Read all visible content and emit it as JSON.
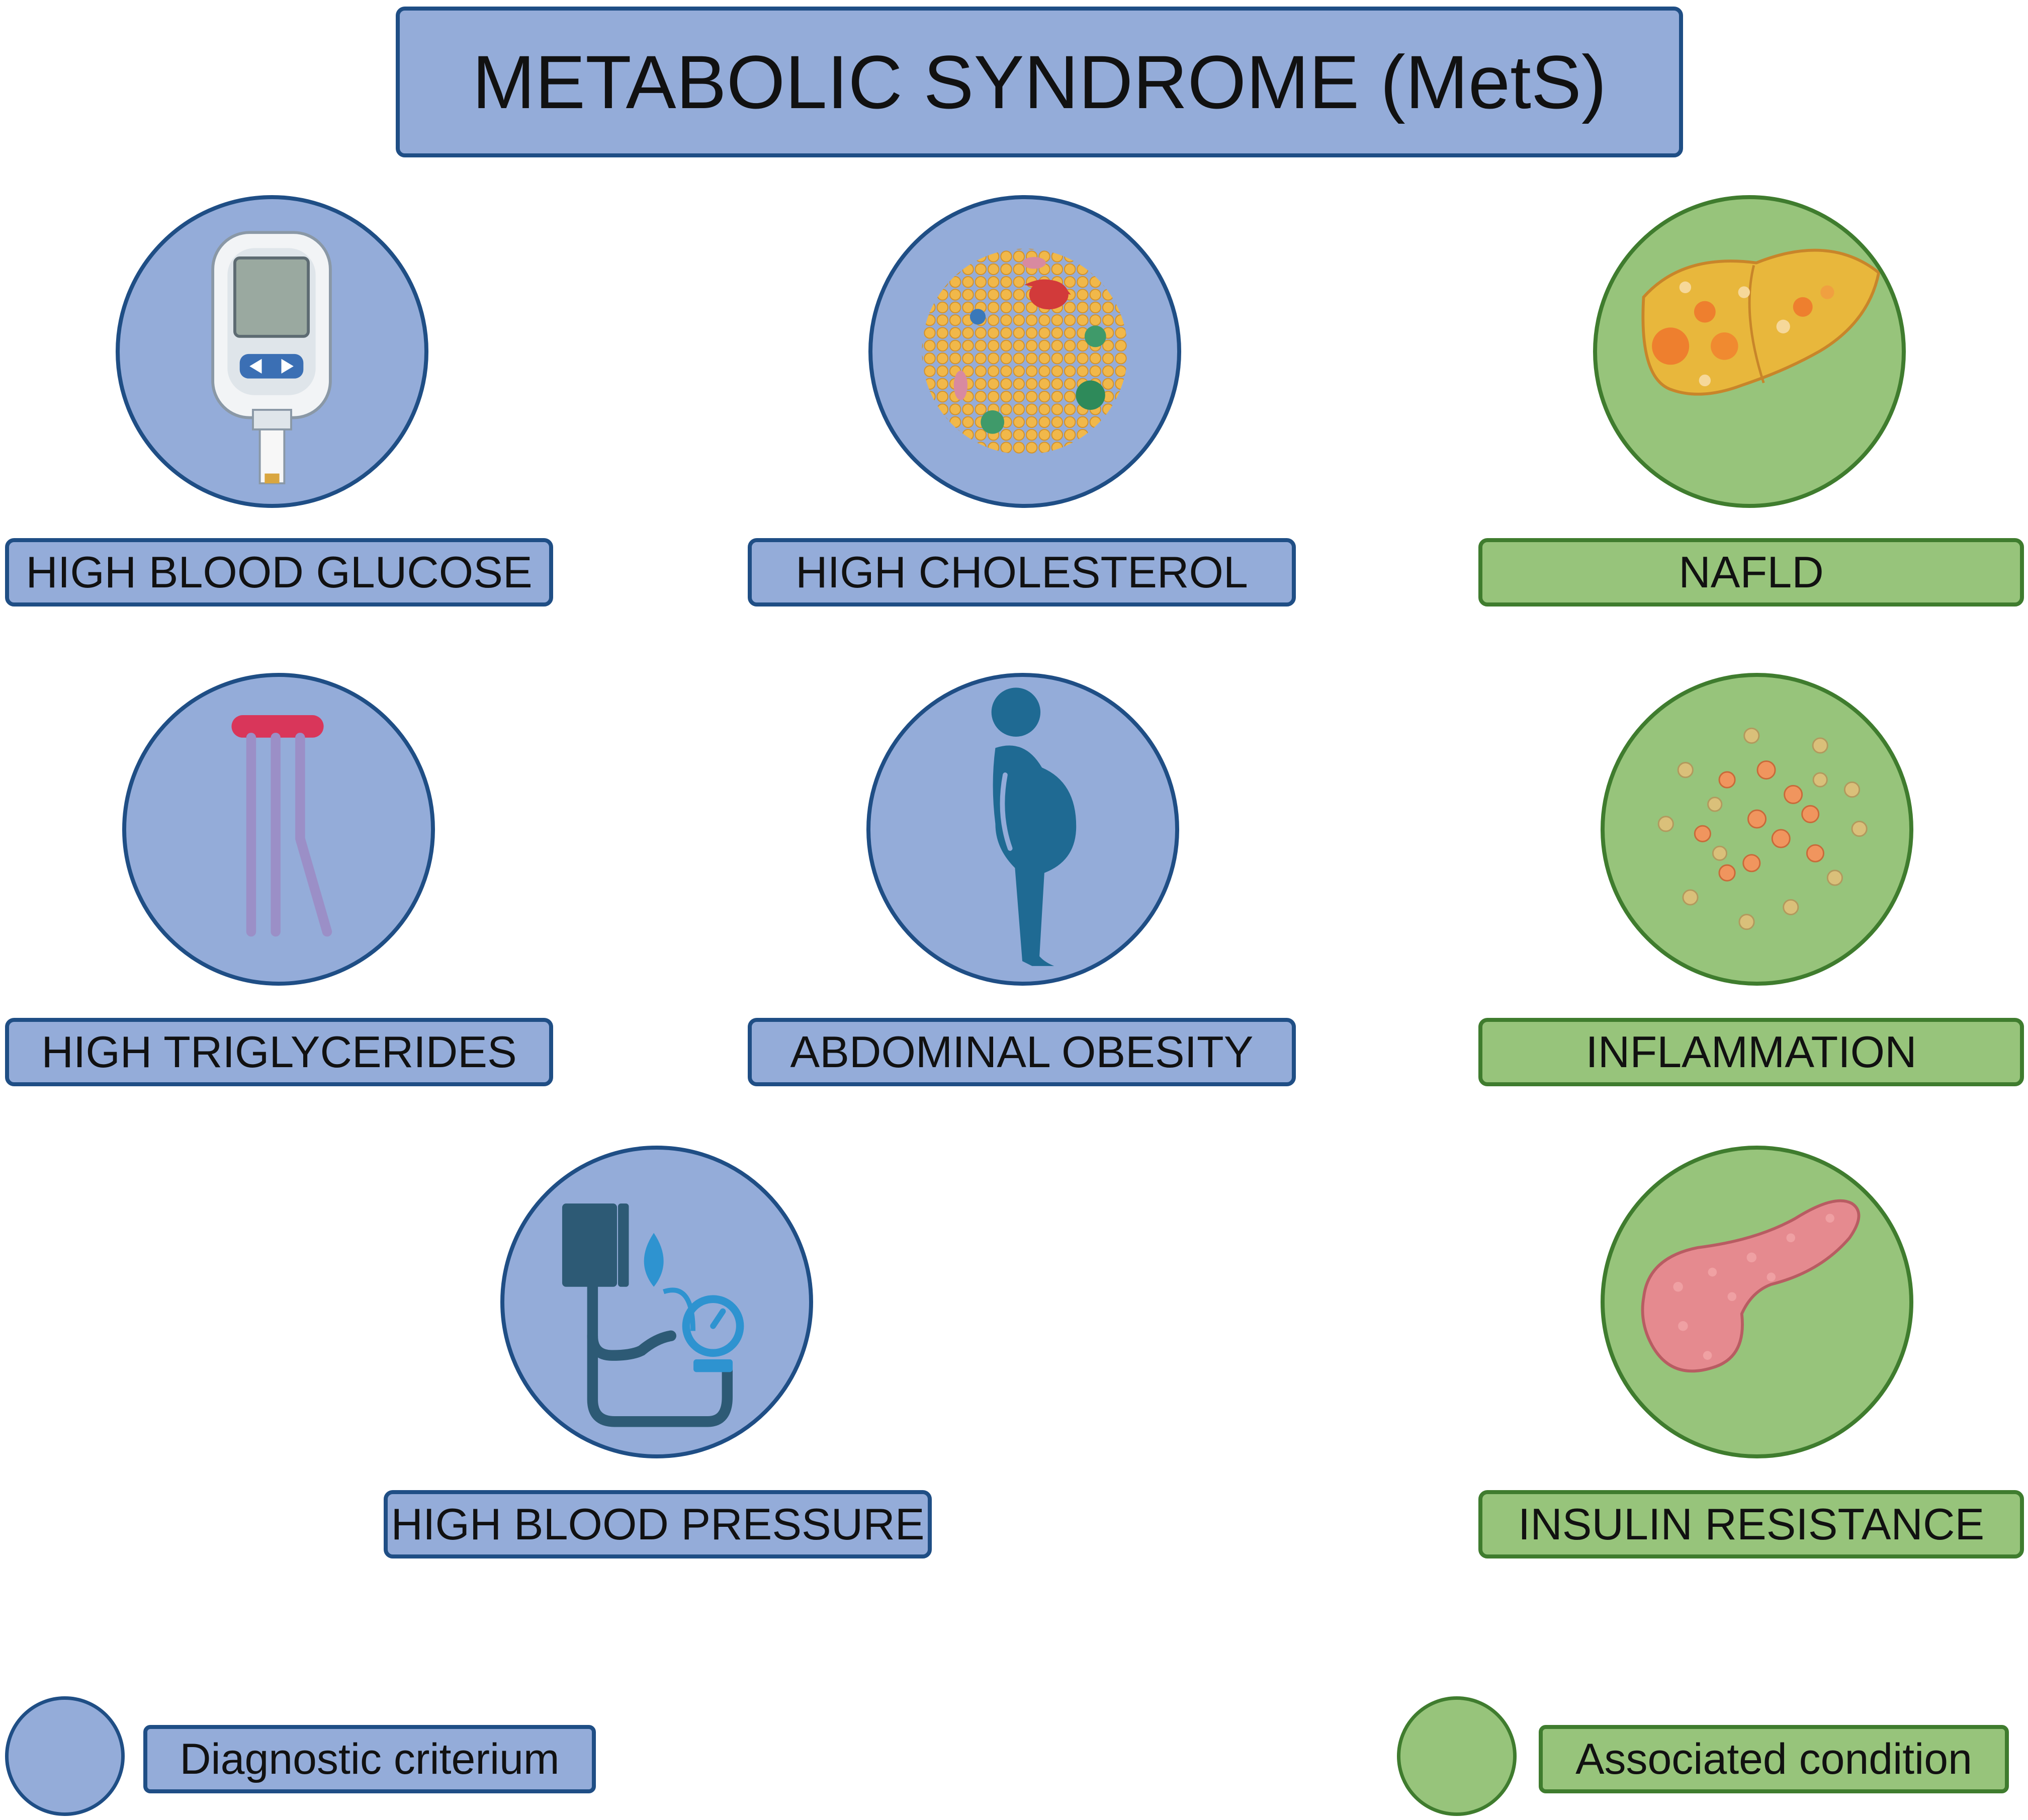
{
  "title": "METABOLIC SYNDROME (MetS)",
  "criteria": [
    {
      "label": "HIGH BLOOD GLUCOSE",
      "icon": "glucose-meter-icon"
    },
    {
      "label": "HIGH CHOLESTEROL",
      "icon": "lipoprotein-particle-icon"
    },
    {
      "label": "HIGH TRIGLYCERIDES",
      "icon": "triglyceride-molecule-icon"
    },
    {
      "label": "ABDOMINAL OBESITY",
      "icon": "obese-person-silhouette-icon"
    },
    {
      "label": "HIGH BLOOD PRESSURE",
      "icon": "blood-pressure-monitor-icon"
    }
  ],
  "conditions": [
    {
      "label": "NAFLD",
      "icon": "fatty-liver-icon"
    },
    {
      "label": "INFLAMMATION",
      "icon": "inflammatory-cells-icon"
    },
    {
      "label": "INSULIN RESISTANCE",
      "icon": "pancreas-icon"
    }
  ],
  "legend": {
    "diagnostic": "Diagnostic criterium",
    "associated": "Associated condition"
  },
  "colors": {
    "diagnostic_fill": "#94acd9",
    "diagnostic_border": "#1f4e85",
    "associated_fill": "#97c47b",
    "associated_border": "#3f7c2e"
  }
}
